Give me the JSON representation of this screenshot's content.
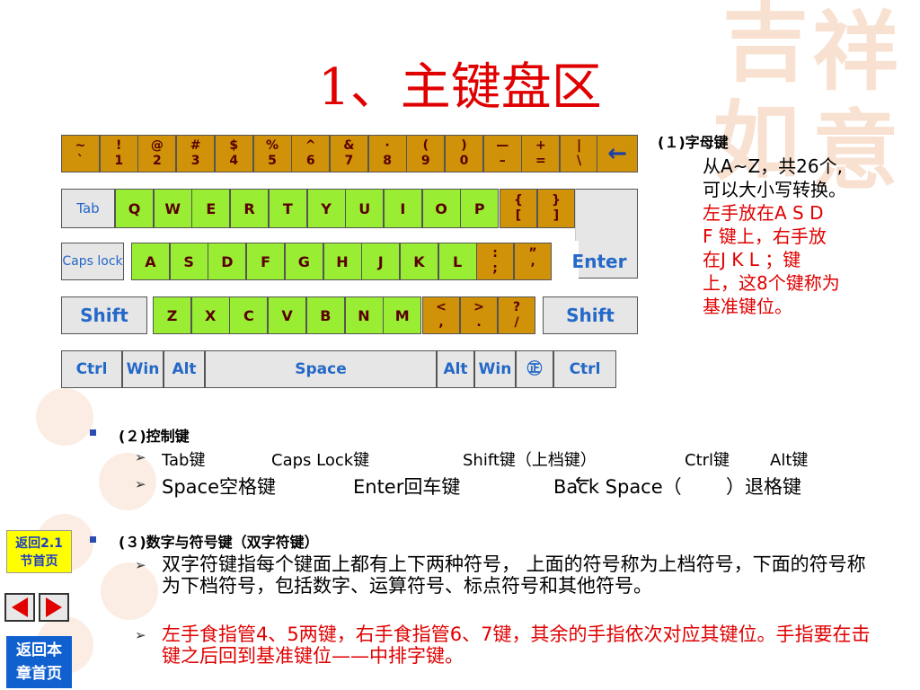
{
  "title": "1、主键盘区",
  "keyboard": {
    "row1": [
      {
        "top": "~",
        "bot": "`"
      },
      {
        "top": "!",
        "bot": "1"
      },
      {
        "top": "@",
        "bot": "2"
      },
      {
        "top": "#",
        "bot": "3"
      },
      {
        "top": "$",
        "bot": "4"
      },
      {
        "top": "%",
        "bot": "5"
      },
      {
        "top": "^",
        "bot": "6"
      },
      {
        "top": "&",
        "bot": "7"
      },
      {
        "top": "·",
        "bot": "8"
      },
      {
        "top": "(",
        "bot": "9"
      },
      {
        "top": ")",
        "bot": "0"
      },
      {
        "top": "—",
        "bot": "–"
      },
      {
        "top": "+",
        "bot": "="
      },
      {
        "top": "|",
        "bot": "\\"
      }
    ],
    "backspace": "←",
    "row2_first": "Tab",
    "row2": [
      "Q",
      "W",
      "E",
      "R",
      "T",
      "Y",
      "U",
      "I",
      "O",
      "P"
    ],
    "row2_sym": [
      {
        "top": "{",
        "bot": "["
      },
      {
        "top": "}",
        "bot": "]"
      }
    ],
    "row3_first": "Caps lock",
    "row3": [
      "A",
      "S",
      "D",
      "F",
      "G",
      "H",
      "J",
      "K",
      "L"
    ],
    "row3_sym": [
      {
        "top": ":",
        "bot": ";"
      },
      {
        "top": "”",
        "bot": "’"
      }
    ],
    "enter": "Enter",
    "shift_left": "Shift",
    "row4": [
      "Z",
      "X",
      "C",
      "V",
      "B",
      "N",
      "M"
    ],
    "row4_sym": [
      {
        "top": "<",
        "bot": ","
      },
      {
        "top": ">",
        "bot": "."
      },
      {
        "top": "?",
        "bot": "/"
      }
    ],
    "shift_right": "Shift",
    "row5": [
      "Ctrl",
      "Win",
      "Alt",
      "Space",
      "Alt",
      "Win",
      "㊣",
      "Ctrl"
    ]
  },
  "side": {
    "head": "(１)字母键",
    "black_lines": [
      "从A~Z，共26个,",
      "可以大小写转换。"
    ],
    "red_lines": [
      "左手放在A S D",
      "F 键上，右手放",
      "在J K L ；键",
      "上，这8个键称为",
      "基准键位。"
    ]
  },
  "sections": {
    "s2_head": "(２)控制键",
    "s2_line1": [
      "Tab键",
      "Caps Lock键",
      "Shift键（上档键）",
      "Ctrl键",
      "Alt键"
    ],
    "s2_line2": [
      "Space空格键",
      "Enter回车键",
      "Back Space（",
      "）退格键"
    ],
    "s2_arrow": "←",
    "s3_head": "(３)数字与符号键（双字符键）",
    "s3_para1": "双字符键指每个键面上都有上下两种符号， 上面的符号称为上档符号，下面的符号称为下档符号，包括数字、运算符号、标点符号和其他符号。",
    "s3_para2": "左手食指管4、5两键，右手食指管6、7键，其余的手指依次对应其键位。手指要在击键之后回到基准键位——中排字键。"
  },
  "nav": {
    "back_section": [
      "返回2.1",
      "节首页"
    ],
    "back_chapter": [
      "返回本",
      "章首页"
    ]
  },
  "colors": {
    "title": "#e00000",
    "gold_key": "#cf9208",
    "green_key": "#99ee33",
    "gray_key": "#e6e6e6",
    "key_label_blue": "#2468c8",
    "nav_yellow": "#ffff00",
    "nav_blue": "#1060d0"
  }
}
